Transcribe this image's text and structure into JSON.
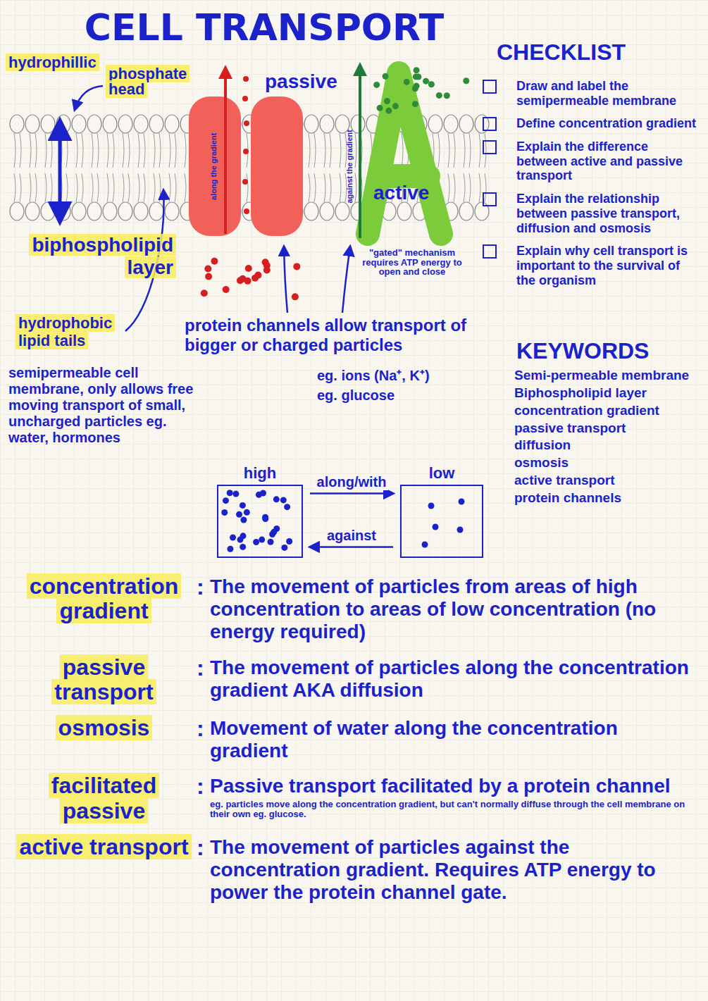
{
  "diagram": {
    "title": "CELL TRANSPORT",
    "nodes": [
      {
        "text": [
          "high"
        ]
      },
      {
        "text": [
          "low"
        ]
      }
    ],
    "edges": [
      {
        "from": 0,
        "to": 1,
        "arrow": "to",
        "label": "along/with"
      },
      {
        "from": 1,
        "to": 0,
        "arrow": "to",
        "label": "against"
      }
    ],
    "labels": [
      "hydrophillic",
      "phosphate head",
      "passive",
      "along the gradient",
      "against the gradient",
      "active",
      "\"gated\" mechanism requires ATP energy to open and close",
      "biphospholipid layer",
      "hydrophobic lipid tails",
      "protein channels allow transport of bigger or charged particles",
      "eg. ions (Na⁺, K⁺)",
      "eg. glucose",
      "semipermeable cell membrane, only allows free moving transport of small, uncharged particles eg. water, hormones",
      "CHECKLIST",
      "Draw and label the semipermeable membrane",
      "Define concentration gradient",
      "Explain the difference between active and passive transport",
      "Explain the relationship between passive transport, diffusion and osmosis",
      "Explain why cell transport is important to the survival of the organism",
      "KEYWORDS",
      "Semi-permeable membrane",
      "Biphospholipid layer",
      "concentration gradient",
      "passive transport",
      "diffusion",
      "osmosis",
      "active transport",
      "protein channels",
      "concentration gradient",
      ":",
      "The movement of particles from areas of high concentration to areas of low concentration (no energy required)",
      "passive transport",
      ":",
      "The movement of particles along the concentration gradient AKA diffusion",
      "osmosis",
      ":",
      "Movement of water along the concentration gradient",
      "facilitated passive",
      ":",
      "Passive transport facilitated by a protein channel",
      "eg. particles move along the concentration gradient, but can't normally diffuse through the cell membrane on their own eg. glucose.",
      "active transport",
      ":",
      "The movement of particles against the concentration gradient. Requires ATP energy to power the protein channel gate."
    ]
  }
}
